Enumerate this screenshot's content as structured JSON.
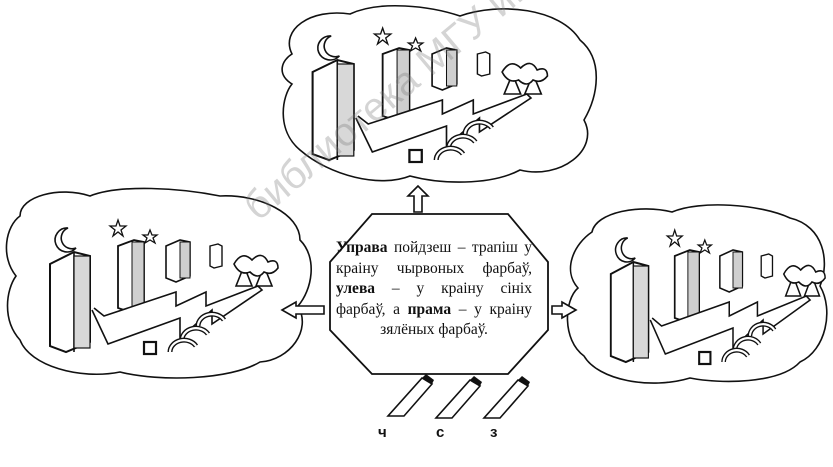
{
  "center_text": {
    "w1": "Управа",
    "t1": " пойдзеш – трапіш у краіну чырвоных фарбаў, ",
    "w2": "улева",
    "t2": " – у краіну сініх фарбаў, а ",
    "w3": "прама",
    "t3": " – у краіну зялёных фарбаў."
  },
  "tube_labels": [
    "ч",
    "с",
    "з"
  ],
  "watermark": "библиотека МГУ имени А.А. Куле",
  "colors": {
    "ink": "#111111",
    "paper": "#ffffff",
    "watermark": "#8a8a8a"
  }
}
